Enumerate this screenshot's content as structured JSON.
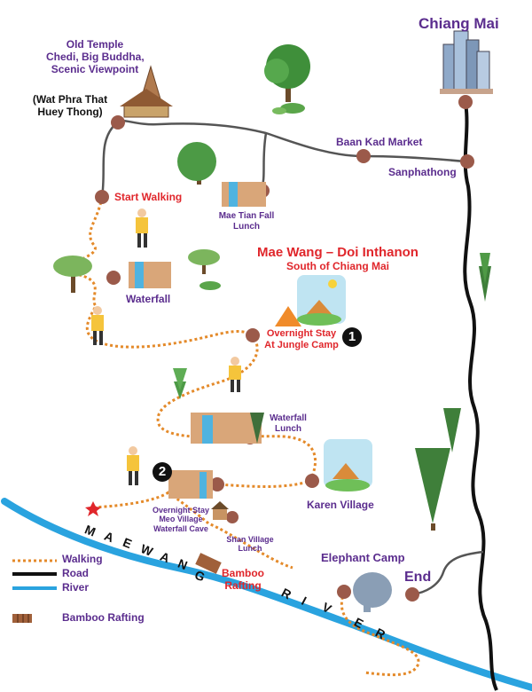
{
  "colors": {
    "walking": "#e48a2a",
    "road": "#444444",
    "river": "#2aa3df",
    "stop": "#9b5a4a",
    "label_purple": "#5b2d8e",
    "label_red": "#e0262b"
  },
  "title": {
    "main": "Mae Wang – Doi Inthanon",
    "sub": "South of Chiang Mai"
  },
  "places": {
    "chiang_mai": "Chiang Mai",
    "old_temple_1": "Old Temple",
    "old_temple_2": "Chedi, Big Buddha,",
    "old_temple_3": "Scenic Viewpoint",
    "wat_1": "(Wat Phra That",
    "wat_2": "Huey Thong)",
    "baan_kad": "Baan Kad Market",
    "sanphathong": "Sanphathong",
    "start_walking": "Start Walking",
    "mae_tian_1": "Mae Tian Fall",
    "mae_tian_2": "Lunch",
    "waterfall": "Waterfall",
    "overnight_1a": "Overnight Stay",
    "overnight_1b": "At Jungle Camp",
    "waterfall_lunch_1": "Waterfall",
    "waterfall_lunch_2": "Lunch",
    "karen_village": "Karen Village",
    "overnight_2a": "Overnight Stay",
    "overnight_2b": "Meo Village",
    "overnight_2c": "Waterfall Cave",
    "shan_1": "Shan Village",
    "shan_2": "Lunch",
    "bamboo_1": "Bamboo",
    "bamboo_2": "Rafting",
    "elephant_camp": "Elephant Camp",
    "end": "End"
  },
  "badges": {
    "one": "1",
    "two": "2"
  },
  "river_name": {
    "left": [
      "M",
      "A",
      "E",
      "W",
      "A",
      "N",
      "G"
    ],
    "right": [
      "R",
      "I",
      "V",
      "E",
      "R"
    ]
  },
  "legend": {
    "walking": "Walking",
    "road": "Road",
    "river": "River",
    "bamboo_rafting": "Bamboo Rafting"
  }
}
